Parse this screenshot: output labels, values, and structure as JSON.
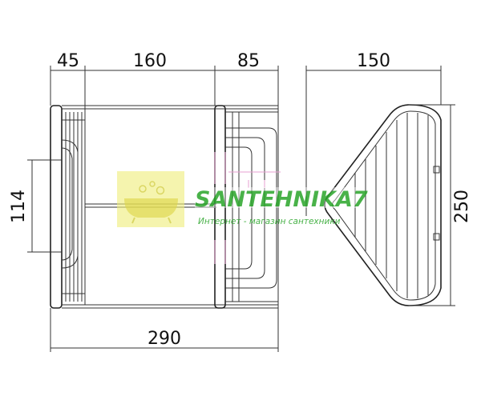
{
  "dimensions": {
    "top_left": "45",
    "top_middle": "160",
    "top_right": "85",
    "top_side": "150",
    "left_height": "114",
    "right_height": "250",
    "bottom_width": "290"
  },
  "watermark": {
    "brand": "SANTEHNIKA7",
    "subtitle": "Интернет - магазин сантехники"
  },
  "colors": {
    "line": "#333333",
    "watermark_green": "#2aa52a",
    "logo_yellow": "#f0ee78",
    "accent_pink": "#e7a0d0"
  }
}
